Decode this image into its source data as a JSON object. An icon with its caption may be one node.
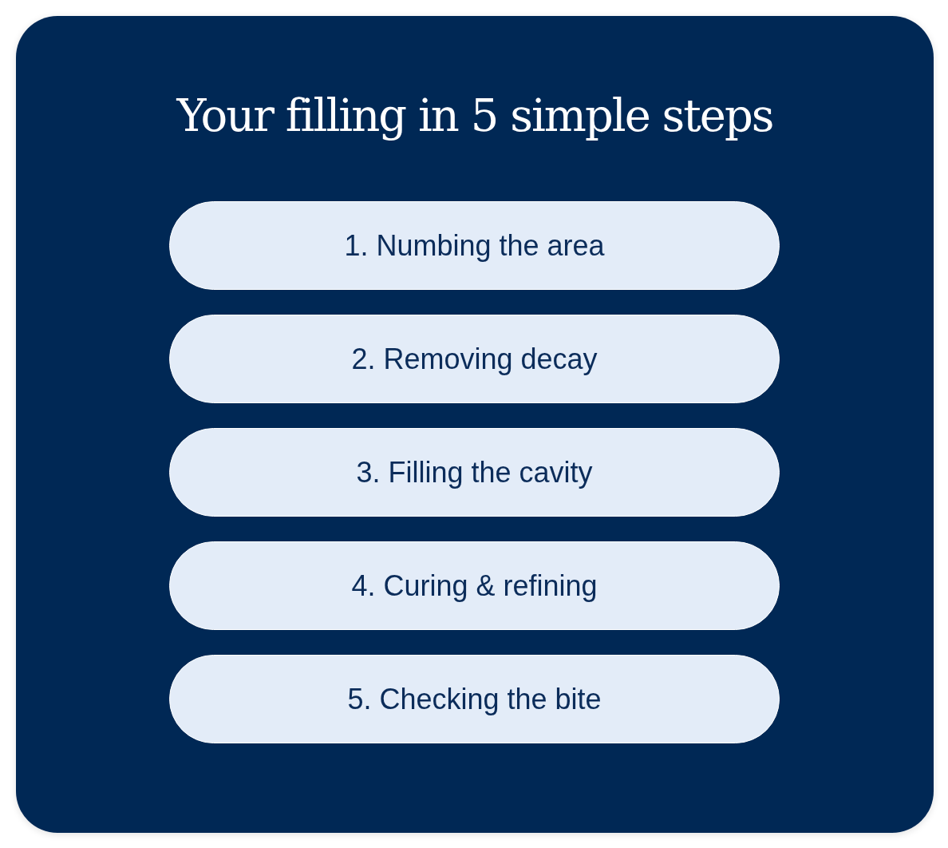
{
  "diagram": {
    "title": "Your filling in 5 simple steps",
    "nodes": [
      {
        "text": [
          "1. Numbing the area"
        ]
      },
      {
        "text": [
          "2. Removing decay"
        ]
      },
      {
        "text": [
          "3. Filling the cavity"
        ]
      },
      {
        "text": [
          "4. Curing & refining"
        ]
      },
      {
        "text": [
          "5. Checking the bite"
        ]
      }
    ]
  }
}
